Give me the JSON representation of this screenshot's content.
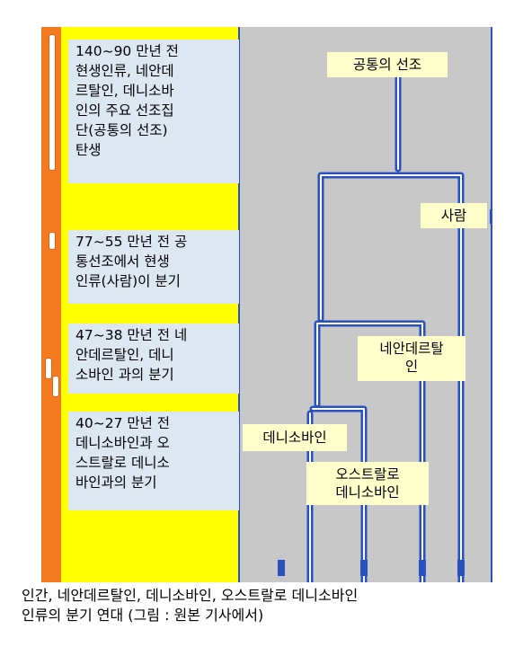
{
  "notes": [
    "140~90 만년 전\n현생인류, 네안데\n르탈인, 데니소바\n인의 주요 선조집\n단(공통의 선조)\n탄생",
    "77~55 만년 전 공\n통선조에서 현생\n인류(사람)이 분기",
    "47~38 만년 전 네\n안데르탈인, 데니\n소바인 과의 분기",
    "40~27 만년 전\n데니소바인과 오\n스트랄로 데니소\n바인과의 분기"
  ],
  "tree_labels": {
    "common_ancestor": "공통의 선조",
    "human": "사람",
    "neanderthal": "네안데르탈\n인",
    "denisovan": "데니소바인",
    "australo_denisovan": "오스트랄로\n데니소바인"
  },
  "caption": "인간, 네안데르탈인, 데니소바인, 오스트랄로 데니소바인\n인류의 분기 연대   (그림 : 원본 기사에서)",
  "colors": {
    "timebar": "#f47a20",
    "highlight": "#ffff00",
    "panel": "#c8c8c8",
    "branch": "#2a52be",
    "note_bg": "#dde7f2",
    "label_bg": "#ffffcc"
  }
}
